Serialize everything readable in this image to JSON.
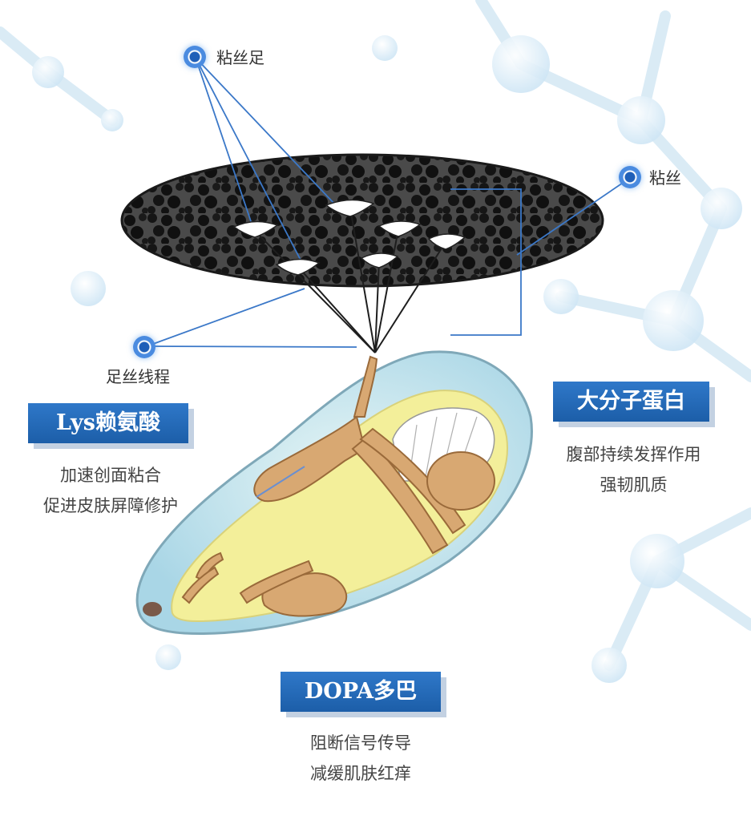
{
  "labels": {
    "byssal_foot": "粘丝足",
    "byssus": "粘丝",
    "byssal_thread": "足丝线程"
  },
  "callouts": {
    "lys": {
      "title": "Lys赖氨酸",
      "lines": [
        "加速创面粘合",
        "促进皮肤屏障修护"
      ]
    },
    "protein": {
      "title": "大分子蛋白",
      "lines": [
        "腹部持续发挥作用",
        "强韧肌质"
      ]
    },
    "dopa": {
      "title": "DOPA多巴",
      "lines": [
        "阻断信号传导",
        "减缓肌肤红痒"
      ]
    }
  },
  "colors": {
    "banner": "#2366b3",
    "callout_dot": "#1f5fb8",
    "leader_line": "#3b78c8",
    "shell": "#bfe3ec",
    "body_fill": "#f3ef9a",
    "tissue": "#d8a872",
    "surface": "#222222"
  }
}
